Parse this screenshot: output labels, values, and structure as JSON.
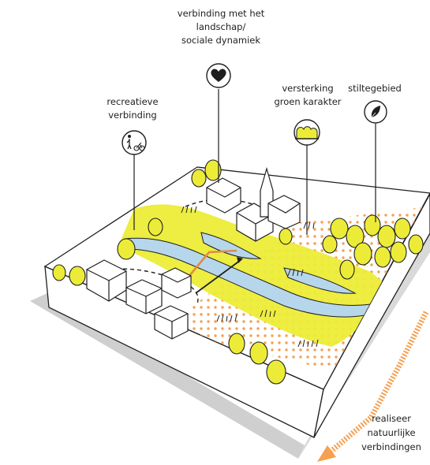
{
  "labels": {
    "verbinding": [
      "verbinding met het",
      "landschap/",
      "sociale dynamiek"
    ],
    "recreatieve": [
      "recreatieve",
      "verbinding"
    ],
    "groen": [
      "versterking",
      "groen karakter"
    ],
    "stilte": [
      "stiltegebied"
    ],
    "natuur": [
      "realiseer",
      "natuurlijke",
      "verbindingen"
    ]
  },
  "icons": {
    "verbinding": "heart-icon",
    "recreatieve": "pedestrian-cyclist-icon",
    "groen": "tree-row-icon",
    "stilte": "leaf-icon"
  },
  "colors": {
    "yellow": "#ecec38",
    "water": "#b6d6ec",
    "orange": "#f5a052",
    "outline": "#1f1f1f",
    "shadow": "#cfcfcf",
    "connector": "#e08a44"
  }
}
